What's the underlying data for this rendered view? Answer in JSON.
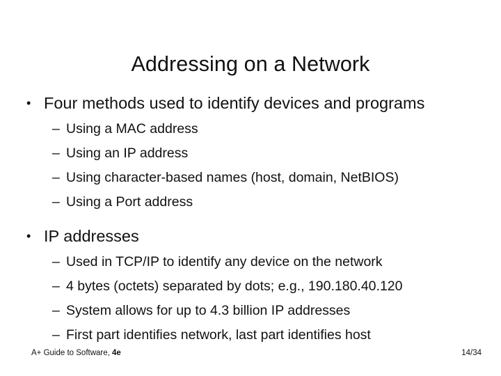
{
  "slide": {
    "title": "Addressing on a Network",
    "background_color": "#ffffff",
    "text_color": "#111111",
    "level1_marker": "•",
    "level2_marker": "–",
    "groups": [
      {
        "heading": "Four methods used to identify devices and programs",
        "items": [
          "Using a MAC address",
          "Using an IP address",
          "Using character-based names (host, domain, NetBIOS)",
          "Using a Port address"
        ]
      },
      {
        "heading": "IP addresses",
        "items": [
          "Used in TCP/IP to identify any device on the network",
          "4 bytes (octets) separated by dots; e.g., 190.180.40.120",
          "System allows for up to 4.3 billion IP addresses",
          "First part identifies network, last part identifies host"
        ]
      }
    ]
  },
  "footer": {
    "source_text": "A+ Guide to Software, ",
    "edition": "4e",
    "page_number": "14/34"
  }
}
